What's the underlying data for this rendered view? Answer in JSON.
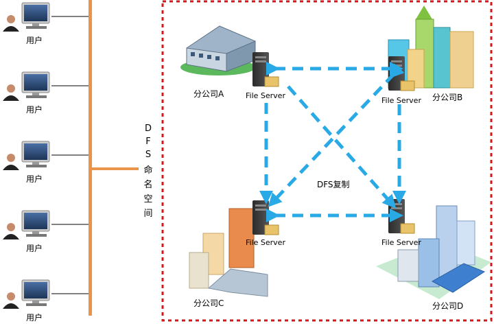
{
  "users": [
    {
      "label": "用户"
    },
    {
      "label": "用户"
    },
    {
      "label": "用户"
    },
    {
      "label": "用户"
    },
    {
      "label": "用户"
    }
  ],
  "namespace_label": [
    "D",
    "F",
    "S",
    "命",
    "名",
    "空",
    "间"
  ],
  "branches": {
    "a": {
      "name": "分公司A",
      "server": "File Server"
    },
    "b": {
      "name": "分公司B",
      "server": "File Server"
    },
    "c": {
      "name": "分公司C",
      "server": "File Server"
    },
    "d": {
      "name": "分公司D",
      "server": "File Server"
    }
  },
  "replication_label": "DFS复制",
  "colors": {
    "bus": "#e8944a",
    "replication": "#29a9e6",
    "boundary": "#d9141a"
  }
}
